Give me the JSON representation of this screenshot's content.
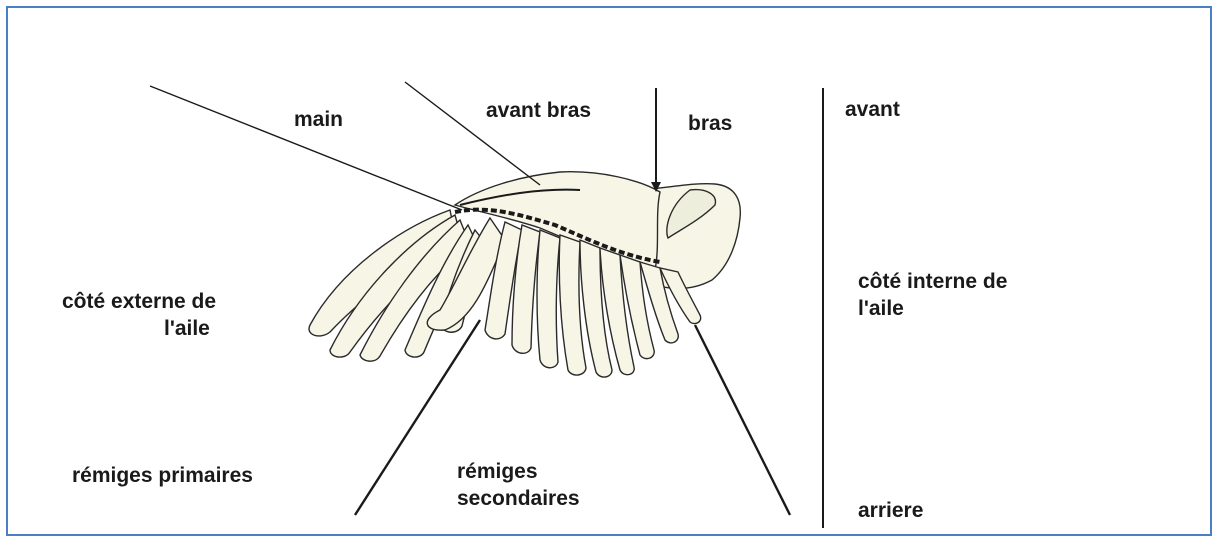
{
  "labels": {
    "main": "main",
    "avant_bras": "avant bras",
    "bras": "bras",
    "avant": "avant",
    "cote_externe_1": "côté externe de",
    "cote_externe_2": "l'aile",
    "cote_interne_1": "côté interne de",
    "cote_interne_2": "l'aile",
    "remiges_primaires": "rémiges primaires",
    "remiges_secondaires_1": "rémiges",
    "remiges_secondaires_2": "secondaires",
    "arriere": "arriere"
  },
  "colors": {
    "border": "#4a7fc1",
    "wing_fill": "#f7f6e6",
    "ink": "#1a1a1a"
  }
}
